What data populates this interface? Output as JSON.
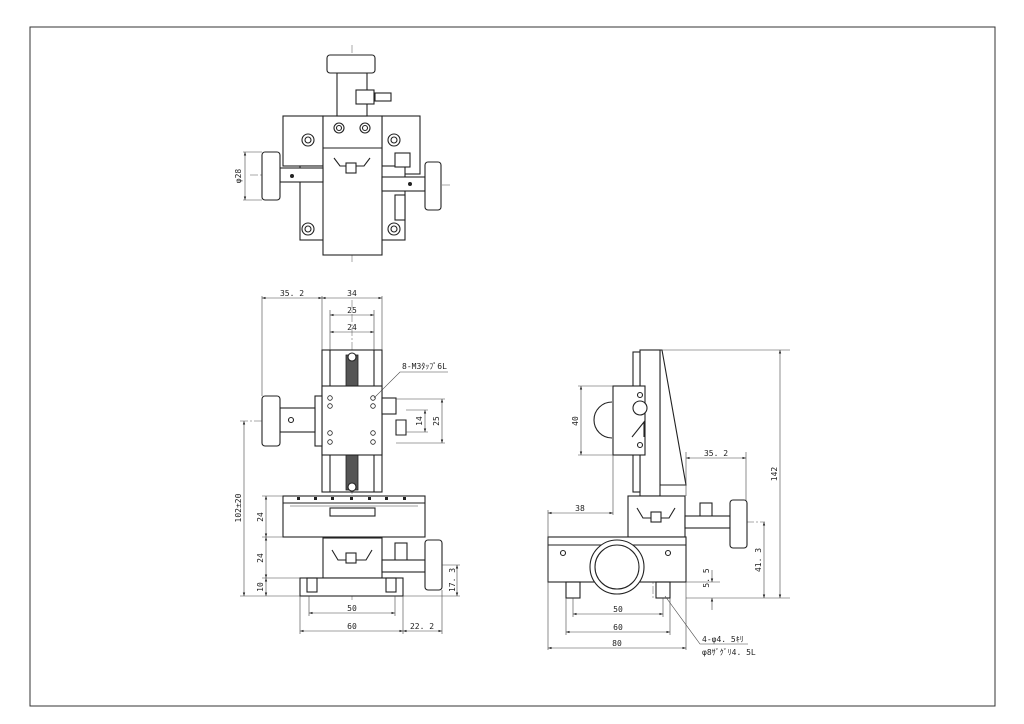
{
  "drawing": {
    "top_view": {
      "knob_diameter": "φ28"
    },
    "front_view": {
      "width_knob": "35. 2",
      "width_body": "34",
      "rail_outer": "25",
      "rail_inner": "24",
      "tap_note": "8-M3ﾀｯﾌﾟ6L",
      "hole_pitch_small": "14",
      "hole_pitch_large": "25",
      "height_total": "102±20",
      "tilt_height": "24",
      "lower_height": "24",
      "base_height": "10",
      "knob_height": "17. 3",
      "base_pitch": "50",
      "base_width": "60",
      "knob_offset": "22. 2"
    },
    "side_view": {
      "carriage_height": "40",
      "overall_height": "142",
      "knob_reach": "35. 2",
      "offset": "38",
      "knob_axis_height": "41. 3",
      "foot_height": "5. 5",
      "base_pitch": "50",
      "base_width": "60",
      "base_length": "80",
      "hole_note_1": "4-φ4. 5ｷﾘ",
      "hole_note_2": "φ8ｻﾞｸﾞﾘ4. 5L"
    }
  }
}
